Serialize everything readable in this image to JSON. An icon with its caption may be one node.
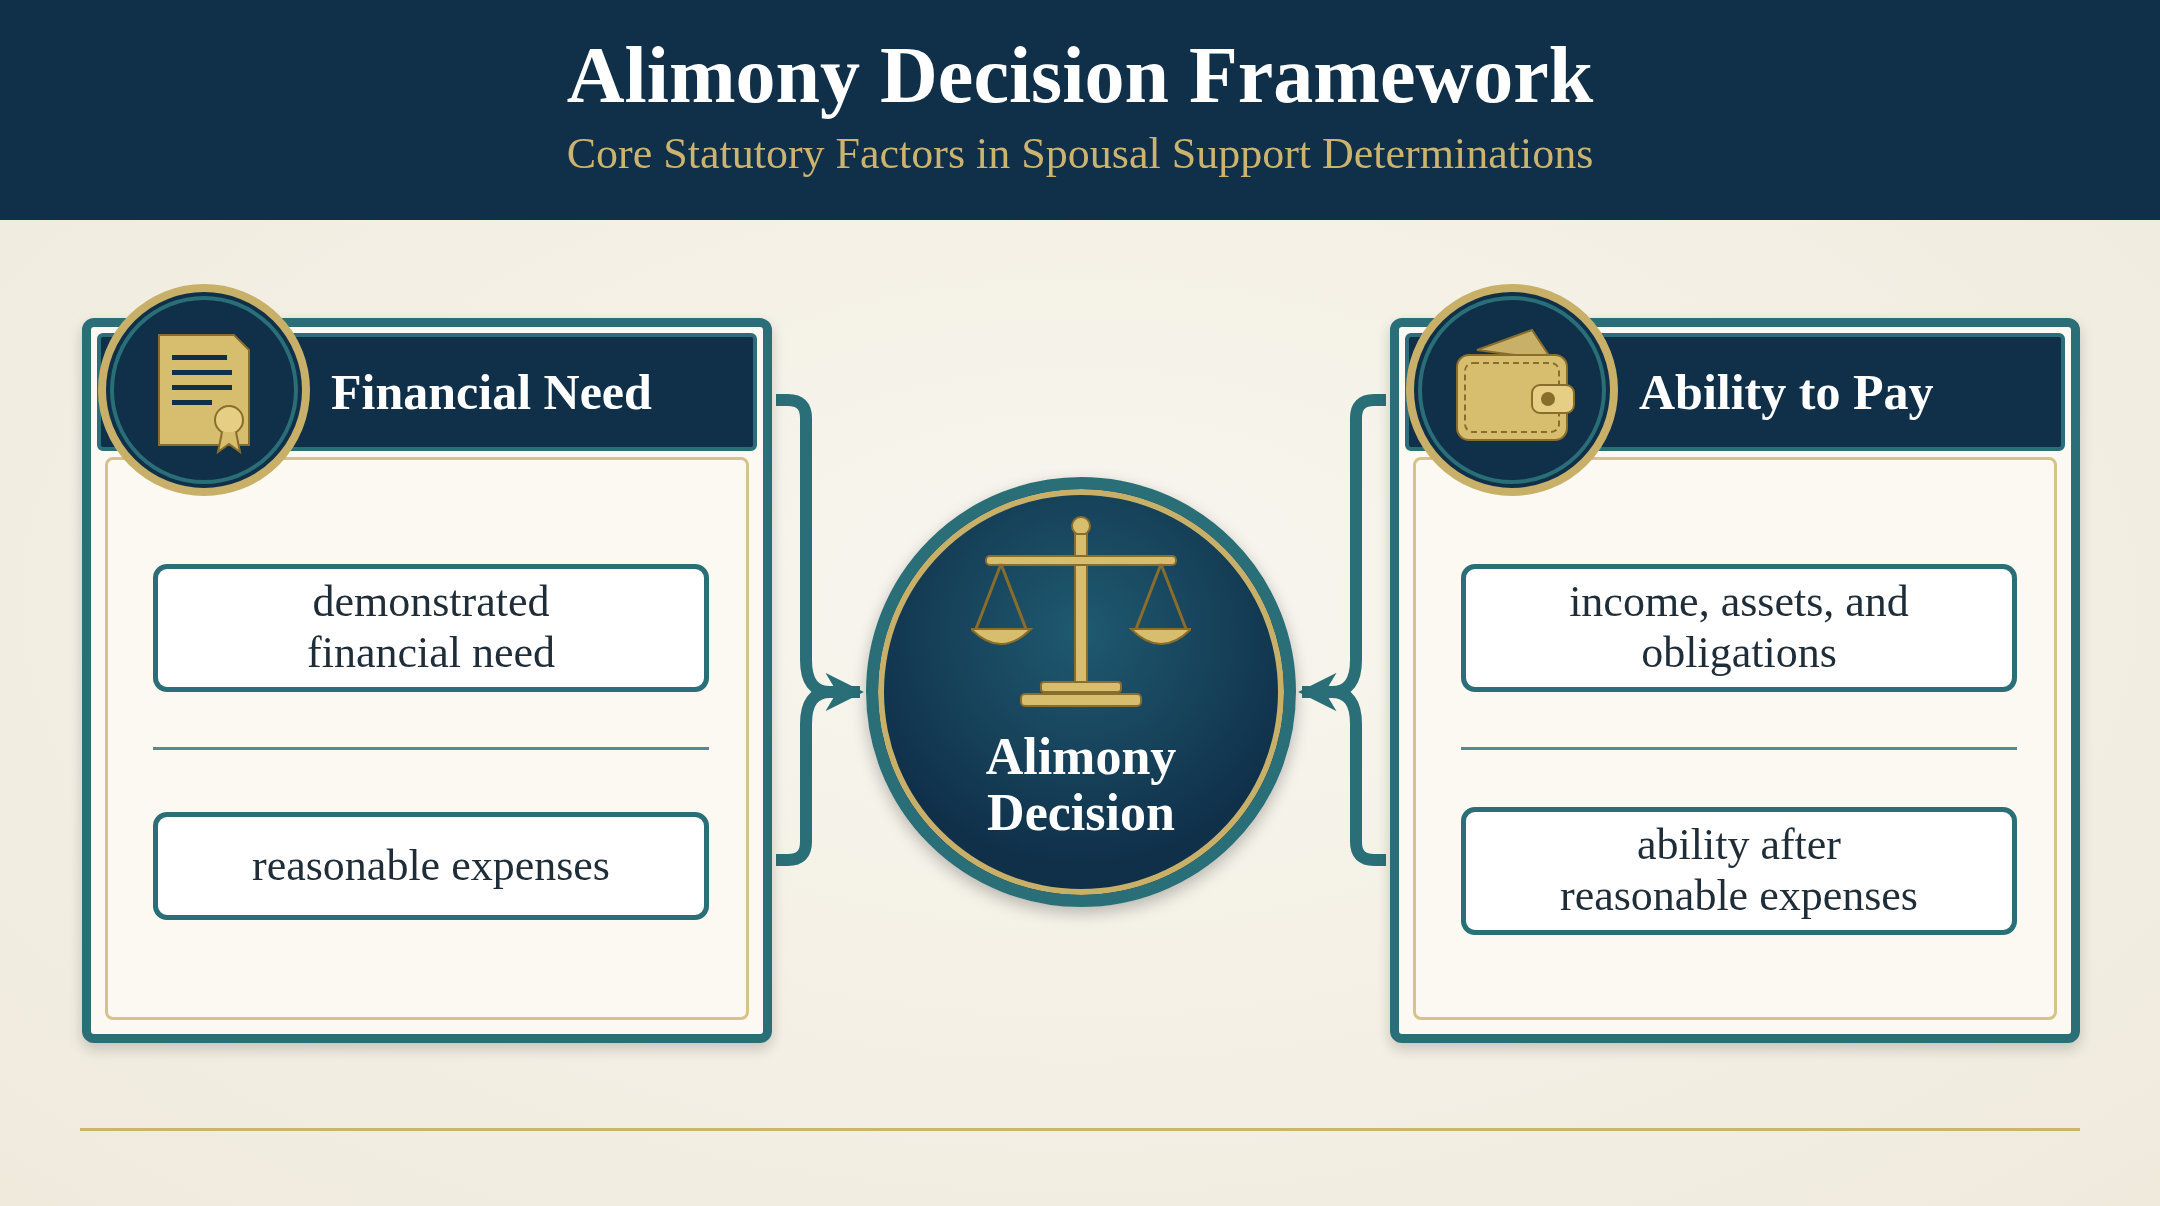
{
  "diagram": {
    "title": "Alimony Decision Framework",
    "caption": "Core Statutory Factors in Spousal Support Determinations",
    "nodes": [
      {
        "text": [
          "Financial Need"
        ]
      },
      {
        "text": [
          "demonstrated financial need"
        ],
        "in": 0
      },
      {
        "text": [
          "reasonable expenses"
        ],
        "in": 0
      },
      {
        "text": [
          "Alimony Decision"
        ]
      },
      {
        "text": [
          "Ability to Pay"
        ]
      },
      {
        "text": [
          "income, assets, and obligations"
        ],
        "in": 4
      },
      {
        "text": [
          "ability after reasonable expenses"
        ],
        "in": 4
      }
    ],
    "edges": [
      {
        "from": 0,
        "to": 3,
        "arrow": "to"
      },
      {
        "from": 4,
        "to": 3,
        "arrow": "to"
      }
    ]
  }
}
